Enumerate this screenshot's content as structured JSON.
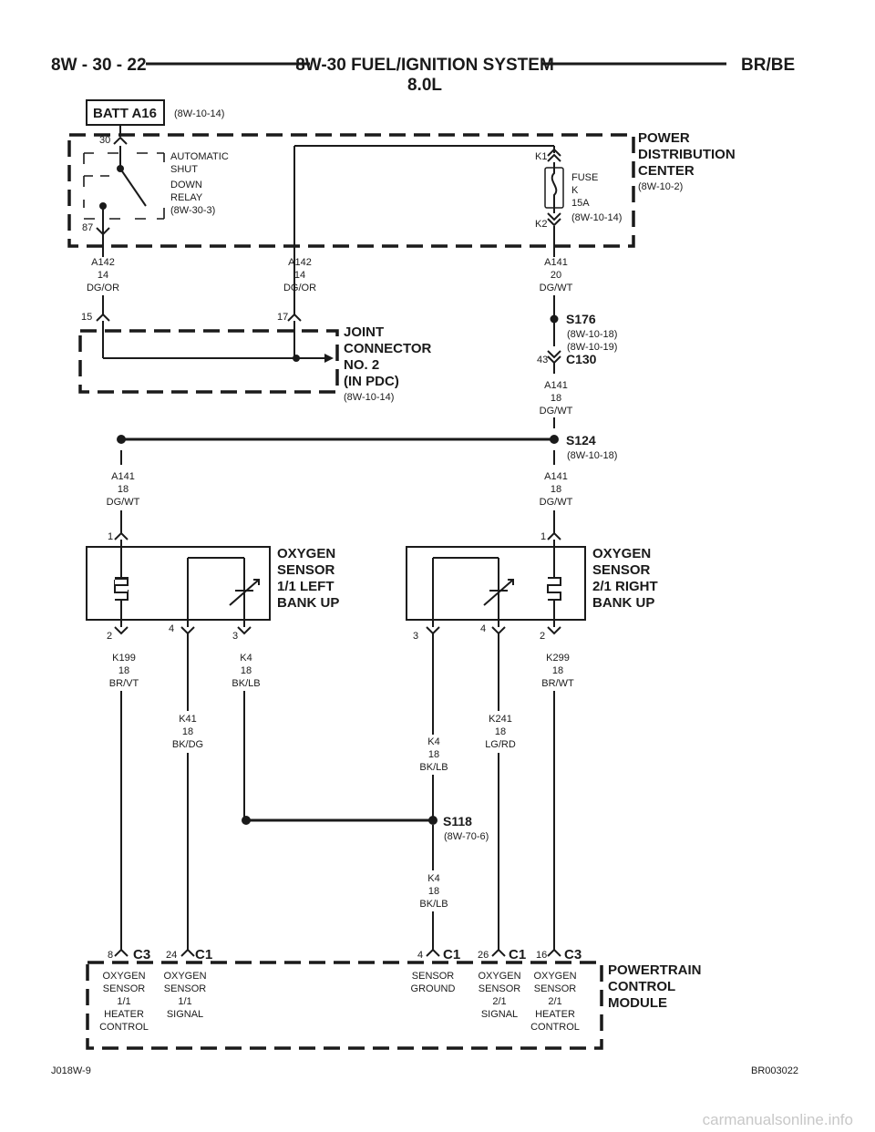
{
  "header": {
    "left": "8W - 30 - 22",
    "center1": "8W-30 FUEL/IGNITION SYSTEM",
    "center2": "8.0L",
    "right": "BR/BE"
  },
  "batt": {
    "label": "BATT A16",
    "ref": "(8W-10-14)"
  },
  "pdc": {
    "lines": [
      "POWER",
      "DISTRIBUTION",
      "CENTER"
    ],
    "ref": "(8W-10-2)",
    "relay": [
      "AUTOMATIC",
      "SHUT",
      "DOWN",
      "RELAY",
      "(8W-30-3)"
    ],
    "relay_pins": [
      "30",
      "87"
    ],
    "fuse": [
      "FUSE",
      "K",
      "15A",
      "(8W-10-14)"
    ],
    "fuse_pins": [
      "K1",
      "K2"
    ]
  },
  "wires": {
    "a142_left": [
      "A142",
      "14",
      "DG/OR"
    ],
    "a142_mid": [
      "A142",
      "14",
      "DG/OR"
    ],
    "a141_top": [
      "A141",
      "20",
      "DG/WT"
    ],
    "a141_c130": [
      "A141",
      "18",
      "DG/WT"
    ],
    "a141_left": [
      "A141",
      "18",
      "DG/WT"
    ],
    "a141_right": [
      "A141",
      "18",
      "DG/WT"
    ],
    "k199": [
      "K199",
      "18",
      "BR/VT"
    ],
    "k41": [
      "K41",
      "18",
      "BK/DG"
    ],
    "k4_left": [
      "K4",
      "18",
      "BK/LB"
    ],
    "k4_mid": [
      "K4",
      "18",
      "BK/LB"
    ],
    "k241": [
      "K241",
      "18",
      "LG/RD"
    ],
    "k299": [
      "K299",
      "18",
      "BR/WT"
    ],
    "k4_low": [
      "K4",
      "18",
      "BK/LB"
    ]
  },
  "joint": {
    "lines": [
      "JOINT",
      "CONNECTOR",
      "NO. 2",
      "(IN PDC)"
    ],
    "ref": "(8W-10-14)",
    "pins": [
      "15",
      "17"
    ]
  },
  "splices": {
    "s176": {
      "name": "S176",
      "refs": [
        "(8W-10-18)",
        "(8W-10-19)"
      ]
    },
    "c130": {
      "name": "C130",
      "pin": "43"
    },
    "s124": {
      "name": "S124",
      "ref": "(8W-10-18)"
    },
    "s118": {
      "name": "S118",
      "ref": "(8W-70-6)"
    }
  },
  "sensor_left": {
    "lines": [
      "OXYGEN",
      "SENSOR",
      "1/1 LEFT",
      "BANK UP"
    ],
    "pins": [
      "1",
      "2",
      "4",
      "3"
    ]
  },
  "sensor_right": {
    "lines": [
      "OXYGEN",
      "SENSOR",
      "2/1 RIGHT",
      "BANK UP"
    ],
    "pins": [
      "1",
      "3",
      "4",
      "2"
    ]
  },
  "pcm": {
    "lines": [
      "POWERTRAIN",
      "CONTROL",
      "MODULE"
    ],
    "c1": {
      "pin": "8",
      "conn": "C3",
      "label": [
        "OXYGEN",
        "SENSOR",
        "1/1",
        "HEATER",
        "CONTROL"
      ]
    },
    "c2": {
      "pin": "24",
      "conn": "C1",
      "label": [
        "OXYGEN",
        "SENSOR",
        "1/1",
        "SIGNAL"
      ]
    },
    "c3": {
      "pin": "4",
      "conn": "C1",
      "label": [
        "SENSOR",
        "GROUND"
      ]
    },
    "c4": {
      "pin": "26",
      "conn": "C1",
      "label": [
        "OXYGEN",
        "SENSOR",
        "2/1",
        "SIGNAL"
      ]
    },
    "c5": {
      "pin": "16",
      "conn": "C3",
      "label": [
        "OXYGEN",
        "SENSOR",
        "2/1",
        "HEATER",
        "CONTROL"
      ]
    }
  },
  "footer": {
    "left": "J018W-9",
    "right": "BR003022",
    "watermark": "carmanualsonline.info"
  }
}
